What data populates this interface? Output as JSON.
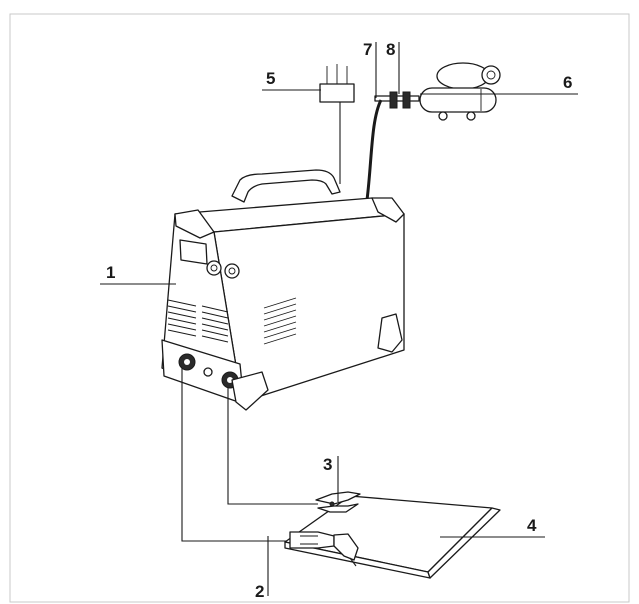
{
  "diagram": {
    "callouts": [
      {
        "id": "c1",
        "text": "1"
      },
      {
        "id": "c2",
        "text": "2"
      },
      {
        "id": "c3",
        "text": "3"
      },
      {
        "id": "c4",
        "text": "4"
      },
      {
        "id": "c5",
        "text": "5"
      },
      {
        "id": "c6",
        "text": "6"
      },
      {
        "id": "c7",
        "text": "7"
      },
      {
        "id": "c8",
        "text": "8"
      }
    ]
  }
}
